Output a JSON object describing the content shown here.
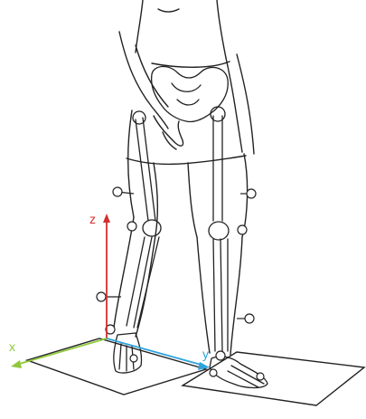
{
  "axes": {
    "x": {
      "label": "x",
      "color": "#8fc93a"
    },
    "y": {
      "label": "y",
      "color": "#2ea3dc"
    },
    "z": {
      "label": "z",
      "color": "#d22f2f"
    }
  },
  "colors": {
    "line": "#222222",
    "marker": "#ffffff",
    "platform": "#ffffff"
  }
}
